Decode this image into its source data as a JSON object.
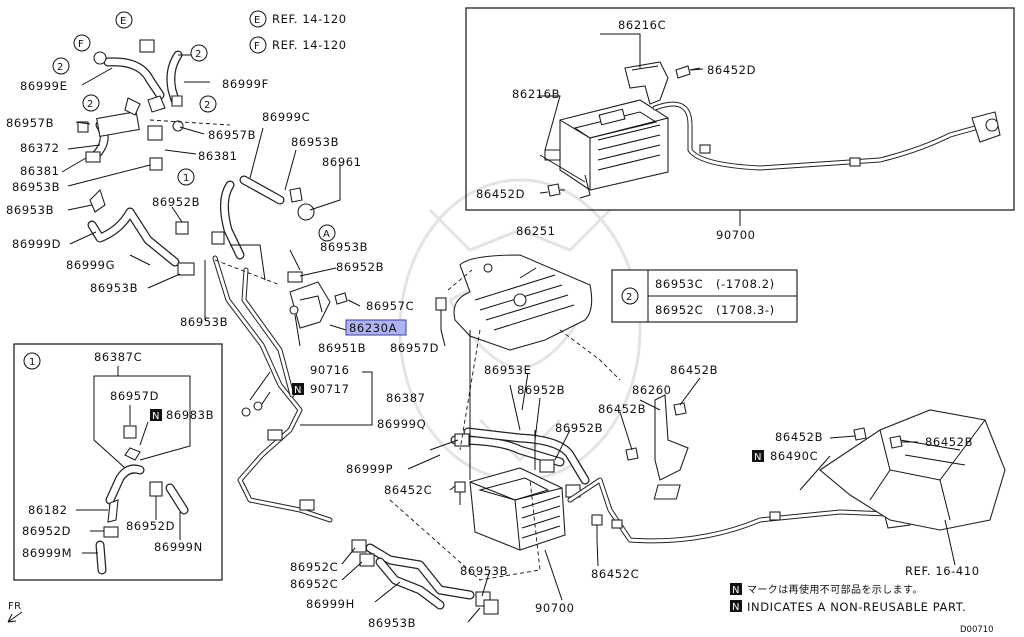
{
  "refs": {
    "e_marker": "E",
    "e_ref": "REF. 14-120",
    "f_marker": "F",
    "f_ref": "REF. 14-120"
  },
  "circle_markers": {
    "two": "2",
    "one": "1",
    "a": "A"
  },
  "parts": {
    "p86999E": "86999E",
    "p86999F": "86999F",
    "p86957B_left": "86957B",
    "p86957B_right": "86957B",
    "p86372": "86372",
    "p86381_left": "86381",
    "p86381_right": "86381",
    "p86953B_1": "86953B",
    "p86953B_2": "86953B",
    "p86999C": "86999C",
    "p86953B_3": "86953B",
    "p86961": "86961",
    "p86952B_1": "86952B",
    "p86999D": "86999D",
    "p86999G": "86999G",
    "p86953B_4": "86953B",
    "p86953B_5": "86953B",
    "p86953B_6": "86953B",
    "p86952B_2": "86952B",
    "p86957C": "86957C",
    "p86230A": "86230A",
    "p86951B": "86951B",
    "p86957D": "86957D",
    "p86251": "86251",
    "p90716": "90716",
    "p90717": "90717",
    "p86387": "86387",
    "p86953E": "86953E",
    "p86952B_3": "86952B",
    "p86999Q": "86999Q",
    "p86952B_4": "86952B",
    "p86999P": "86999P",
    "p86452C_1": "86452C",
    "p86452C_2": "86452C",
    "p90700_main": "90700",
    "p86952C_1": "86952C",
    "p86952C_2": "86952C",
    "p86999H": "86999H",
    "p86953B_7": "86953B",
    "p86953B_8": "86953B",
    "p86260": "86260",
    "p86452B_1": "86452B",
    "p86452B_2": "86452B",
    "p86452B_3": "86452B",
    "p86452B_4": "86452B",
    "p86490C": "86490C",
    "ref16_410": "REF. 16-410",
    "p86216C": "86216C",
    "p86452D_1": "86452D",
    "p86216B": "86216B",
    "p86452D_2": "86452D",
    "p90700_top": "90700"
  },
  "inset_box_1": {
    "marker": "1",
    "p86387C": "86387C",
    "p86957D": "86957D",
    "p86983B": "86983B",
    "p86182": "86182",
    "p86952D_1": "86952D",
    "p86952D_2": "86952D",
    "p86999M": "86999M",
    "p86999N": "86999N"
  },
  "variant_table": {
    "marker": "2",
    "rows": [
      {
        "part": "86953C",
        "range": "(-1708.2)"
      },
      {
        "part": "86952C",
        "range": "(1708.3-)"
      }
    ]
  },
  "n_marker": "N",
  "legend": {
    "japanese": "マークは再使用不可部品を示します。",
    "english": "INDICATES A NON-REUSABLE PART."
  },
  "front_label": "FR",
  "diagram_code": "D00710",
  "colors": {
    "highlight_fill": "#aeb4f2",
    "highlight_stroke": "#3b3f9e",
    "line": "#111111"
  }
}
